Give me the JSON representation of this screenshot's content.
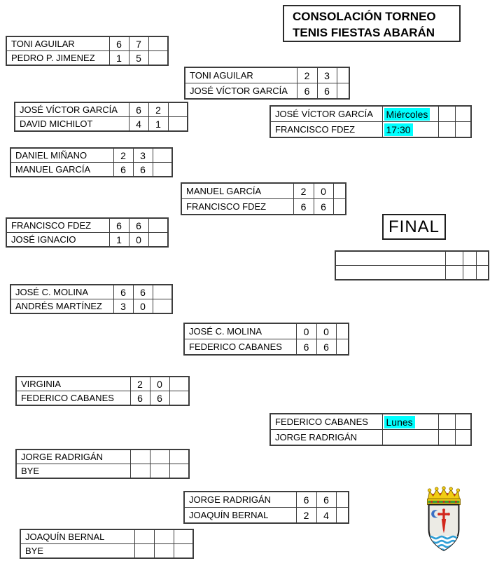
{
  "header": {
    "title_line1": "CONSOLACIÓN TORNEO",
    "title_line2": "TENIS FIESTAS ABARÁN"
  },
  "final_label": "FINAL",
  "colors": {
    "highlight": "#00ffff",
    "border": "#3d3d3d"
  },
  "crest": {
    "icon": "abaran-coat-of-arms",
    "crown_color": "#f2cd13",
    "cross_color": "#d2271c",
    "sea_color": "#2f9fd6",
    "field_color": "#ecebe5"
  },
  "matches": {
    "r1m1": {
      "rows": [
        {
          "name": "TONI AGUILAR",
          "s1": "6",
          "s2": "7",
          "s3": ""
        },
        {
          "name": "PEDRO P. JIMENEZ",
          "s1": "1",
          "s2": "5",
          "s3": ""
        }
      ]
    },
    "r1m2": {
      "rows": [
        {
          "name": "JOSÉ VÍCTOR GARCÍA",
          "s1": "6",
          "s2": "2",
          "s3": ""
        },
        {
          "name": "DAVID MICHILOT",
          "s1": "4",
          "s2": "1",
          "s3": ""
        }
      ]
    },
    "r1m3": {
      "rows": [
        {
          "name": "DANIEL MIÑANO",
          "s1": "2",
          "s2": "3",
          "s3": ""
        },
        {
          "name": "MANUEL GARCÍA",
          "s1": "6",
          "s2": "6",
          "s3": ""
        }
      ]
    },
    "r1m4": {
      "rows": [
        {
          "name": "FRANCISCO FDEZ",
          "s1": "6",
          "s2": "6",
          "s3": ""
        },
        {
          "name": "JOSÉ IGNACIO",
          "s1": "1",
          "s2": "0",
          "s3": ""
        }
      ]
    },
    "r1m5": {
      "rows": [
        {
          "name": "JOSÉ C. MOLINA",
          "s1": "6",
          "s2": "6",
          "s3": ""
        },
        {
          "name": "ANDRÉS MARTÍNEZ",
          "s1": "3",
          "s2": "0",
          "s3": ""
        }
      ]
    },
    "r1m6": {
      "rows": [
        {
          "name": "VIRGINIA",
          "s1": "2",
          "s2": "0",
          "s3": ""
        },
        {
          "name": "FEDERICO CABANES",
          "s1": "6",
          "s2": "6",
          "s3": ""
        }
      ]
    },
    "r1m7": {
      "rows": [
        {
          "name": "JORGE RADRIGÁN",
          "s1": "",
          "s2": "",
          "s3": ""
        },
        {
          "name": "BYE",
          "s1": "",
          "s2": "",
          "s3": ""
        }
      ]
    },
    "r1m8": {
      "rows": [
        {
          "name": "JOAQUÍN BERNAL",
          "s1": "",
          "s2": "",
          "s3": ""
        },
        {
          "name": "BYE",
          "s1": "",
          "s2": "",
          "s3": ""
        }
      ]
    },
    "r2m1": {
      "rows": [
        {
          "name": "TONI AGUILAR",
          "s1": "2",
          "s2": "3",
          "s3": ""
        },
        {
          "name": "JOSÉ VÍCTOR GARCÍA",
          "s1": "6",
          "s2": "6",
          "s3": ""
        }
      ]
    },
    "r2m2": {
      "rows": [
        {
          "name": "MANUEL GARCÍA",
          "s1": "2",
          "s2": "0",
          "s3": ""
        },
        {
          "name": "FRANCISCO FDEZ",
          "s1": "6",
          "s2": "6",
          "s3": ""
        }
      ]
    },
    "r2m3": {
      "rows": [
        {
          "name": "JOSÉ C. MOLINA",
          "s1": "0",
          "s2": "0",
          "s3": ""
        },
        {
          "name": "FEDERICO CABANES",
          "s1": "6",
          "s2": "6",
          "s3": ""
        }
      ]
    },
    "r2m4": {
      "rows": [
        {
          "name": "JORGE RADRIGÁN",
          "s1": "6",
          "s2": "6",
          "s3": ""
        },
        {
          "name": "JOAQUÍN BERNAL",
          "s1": "2",
          "s2": "4",
          "s3": ""
        }
      ]
    },
    "sf1": {
      "rows": [
        {
          "name": "JOSÉ VÍCTOR GARCÍA",
          "note": "Miércoles",
          "s2": "",
          "s3": ""
        },
        {
          "name": "FRANCISCO FDEZ",
          "note": "17:30",
          "s2": "",
          "s3": ""
        }
      ]
    },
    "sf2": {
      "rows": [
        {
          "name": "FEDERICO CABANES",
          "note": "Lunes",
          "s2": "",
          "s3": ""
        },
        {
          "name": "JORGE RADRIGÁN",
          "note": "",
          "s2": "",
          "s3": ""
        }
      ]
    },
    "final_match": {
      "rows": [
        {
          "name": "",
          "s1": "",
          "s2": "",
          "s3": ""
        },
        {
          "name": "",
          "s1": "",
          "s2": "",
          "s3": ""
        }
      ]
    }
  }
}
